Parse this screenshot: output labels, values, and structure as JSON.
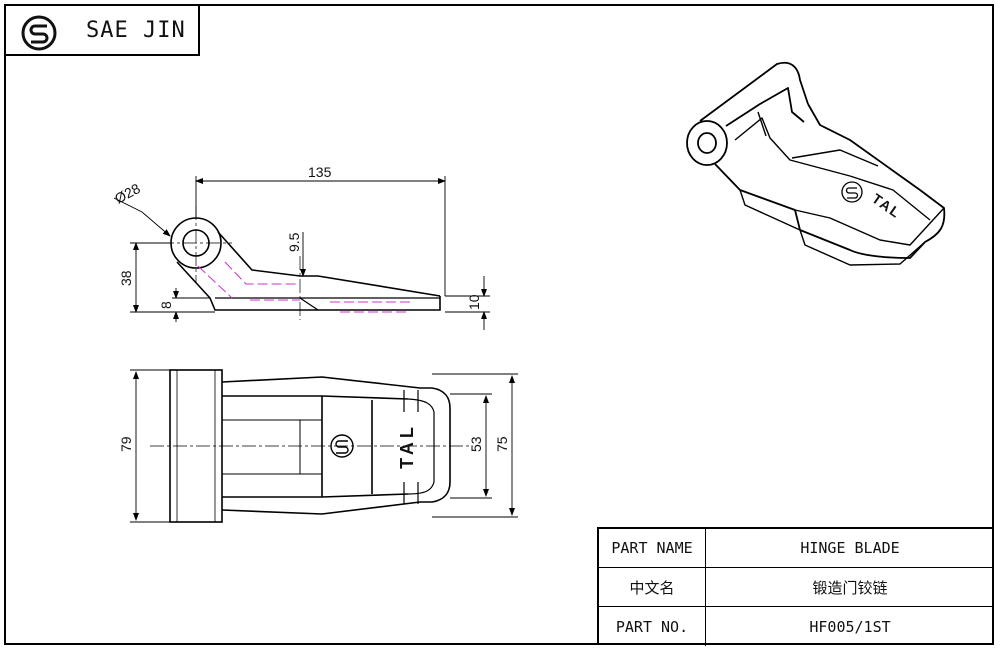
{
  "header": {
    "company_name": "SAE JIN"
  },
  "drawing": {
    "side_view": {
      "length_dim": "135",
      "hole_dim": "Ø28",
      "step_dim": "9.5",
      "height_dim": "38",
      "base_dim": "8",
      "tip_dim": "10"
    },
    "top_view": {
      "width_dim": "79",
      "inner_dim": "53",
      "outer_dim": "75",
      "marking": "TAL"
    },
    "iso_view": {
      "marking": "TAL"
    }
  },
  "title_block": {
    "rows": [
      {
        "label": "PART NAME",
        "value": "HINGE BLADE"
      },
      {
        "label": "中文名",
        "value": "锻造门铰链"
      },
      {
        "label": "PART NO.",
        "value": "HF005/1ST"
      }
    ]
  },
  "colors": {
    "line": "#000000",
    "hidden_line": "#cc33cc",
    "background": "#ffffff"
  }
}
